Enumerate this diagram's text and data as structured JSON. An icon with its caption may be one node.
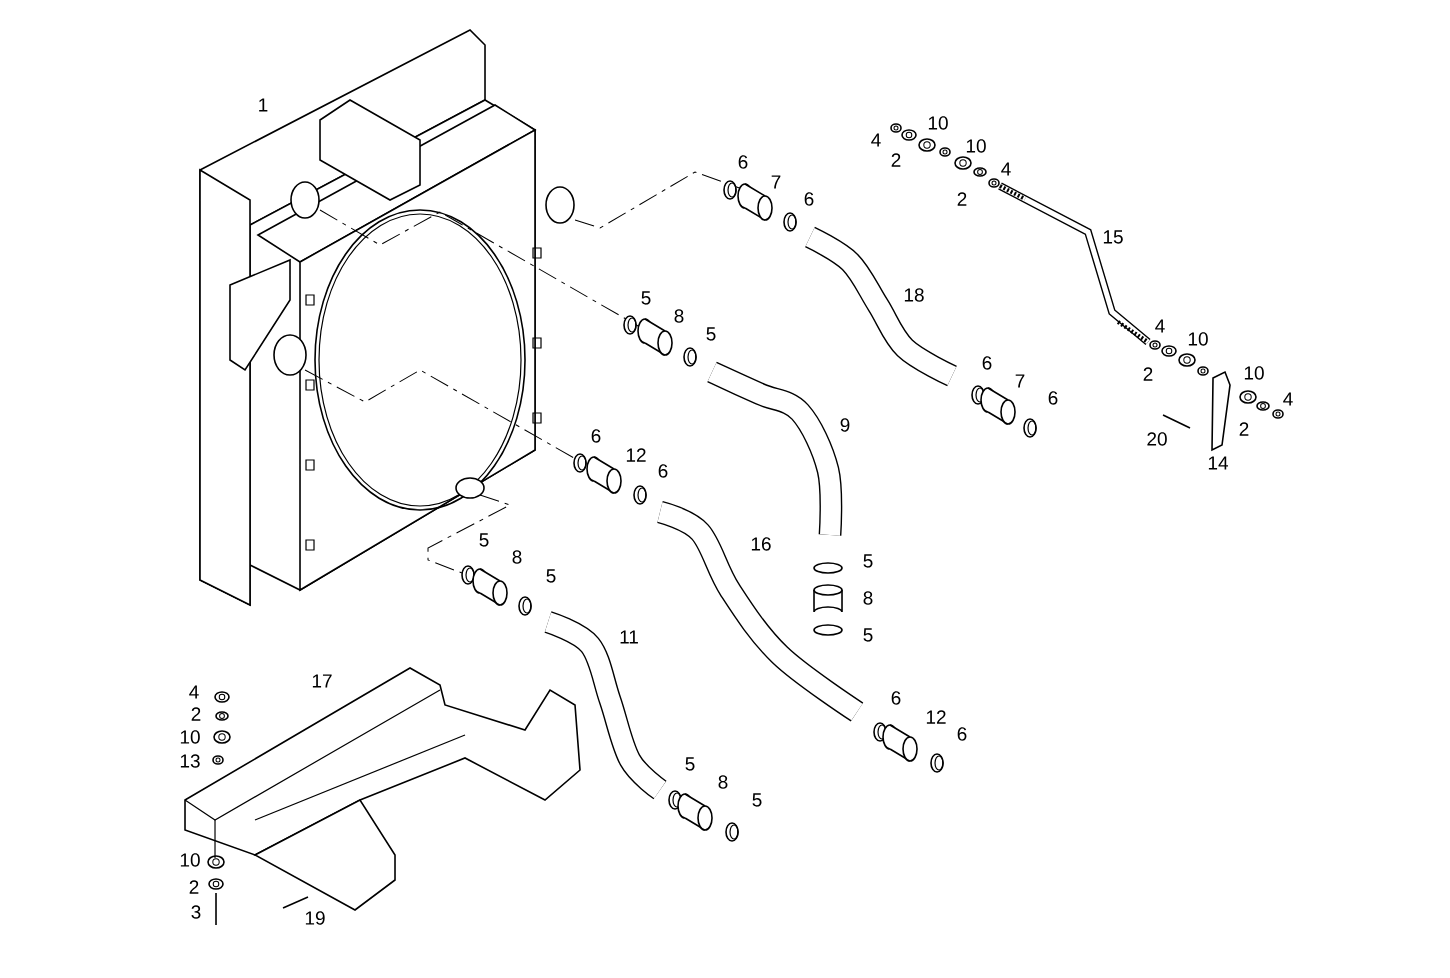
{
  "diagram": {
    "labels": [
      "1",
      "10",
      "4",
      "10",
      "6",
      "2",
      "4",
      "7",
      "6",
      "2",
      "15",
      "5",
      "18",
      "8",
      "4",
      "5",
      "10",
      "6",
      "7",
      "2",
      "10",
      "6",
      "4",
      "6",
      "9",
      "20",
      "2",
      "12",
      "6",
      "14",
      "5",
      "16",
      "8",
      "5",
      "5",
      "8",
      "11",
      "5",
      "4",
      "17",
      "6",
      "2",
      "12",
      "10",
      "6",
      "13",
      "5",
      "8",
      "5",
      "10",
      "2",
      "3",
      "19"
    ]
  }
}
